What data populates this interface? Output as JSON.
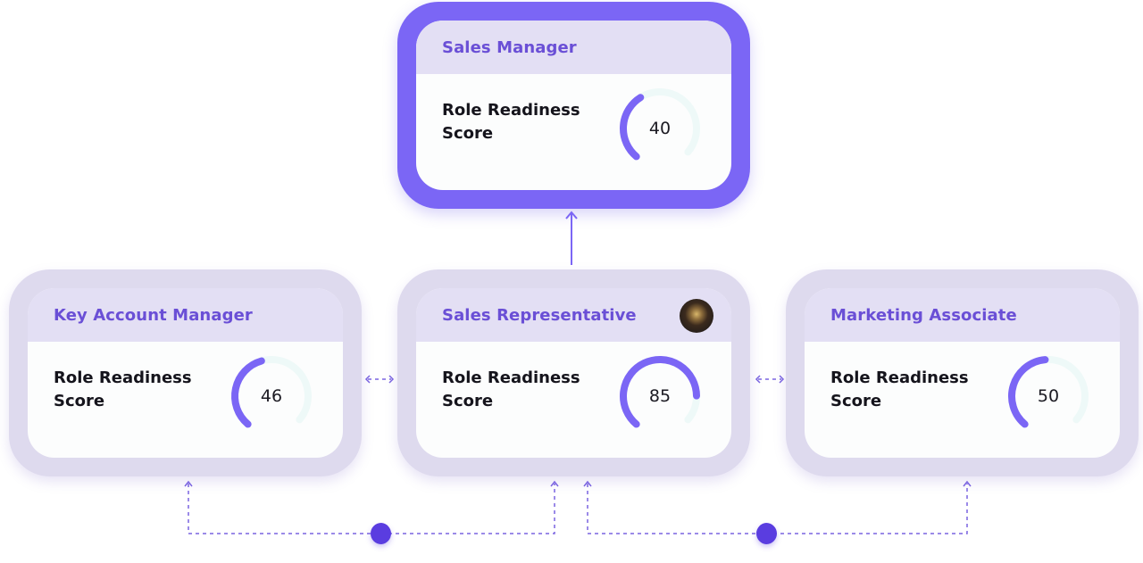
{
  "colors": {
    "accent": "#7b66f5",
    "title_text": "#6a4fd6",
    "connector": "#7a64e0",
    "node_dot": "#5a3ce0",
    "gauge_track": "#eef9f8",
    "gauge_fill": "#7b66f5"
  },
  "roles": {
    "sales_manager": {
      "title": "Sales Manager",
      "metric_label": "Role Readiness Score",
      "score": 40,
      "score_text": "40",
      "max": 100,
      "highlighted": true
    },
    "key_account_manager": {
      "title": "Key Account Manager",
      "metric_label": "Role Readiness Score",
      "score": 46,
      "score_text": "46",
      "max": 100
    },
    "sales_representative": {
      "title": "Sales Representative",
      "metric_label": "Role Readiness Score",
      "score": 85,
      "score_text": "85",
      "max": 100,
      "has_avatar": true
    },
    "marketing_associate": {
      "title": "Marketing Associate",
      "metric_label": "Role Readiness Score",
      "score": 50,
      "score_text": "50",
      "max": 100
    }
  },
  "connections": [
    {
      "from": "sales_representative",
      "to": "sales_manager",
      "style": "solid",
      "direction": "up"
    },
    {
      "from": "sales_representative",
      "to": "key_account_manager",
      "style": "dashed",
      "direction": "bidirectional"
    },
    {
      "from": "sales_representative",
      "to": "marketing_associate",
      "style": "dashed",
      "direction": "bidirectional"
    },
    {
      "from": "key_account_manager",
      "to": "sales_representative",
      "style": "dashed-loop",
      "direction": "up-both"
    },
    {
      "from": "sales_representative",
      "to": "marketing_associate",
      "style": "dashed-loop",
      "direction": "up-both"
    }
  ]
}
